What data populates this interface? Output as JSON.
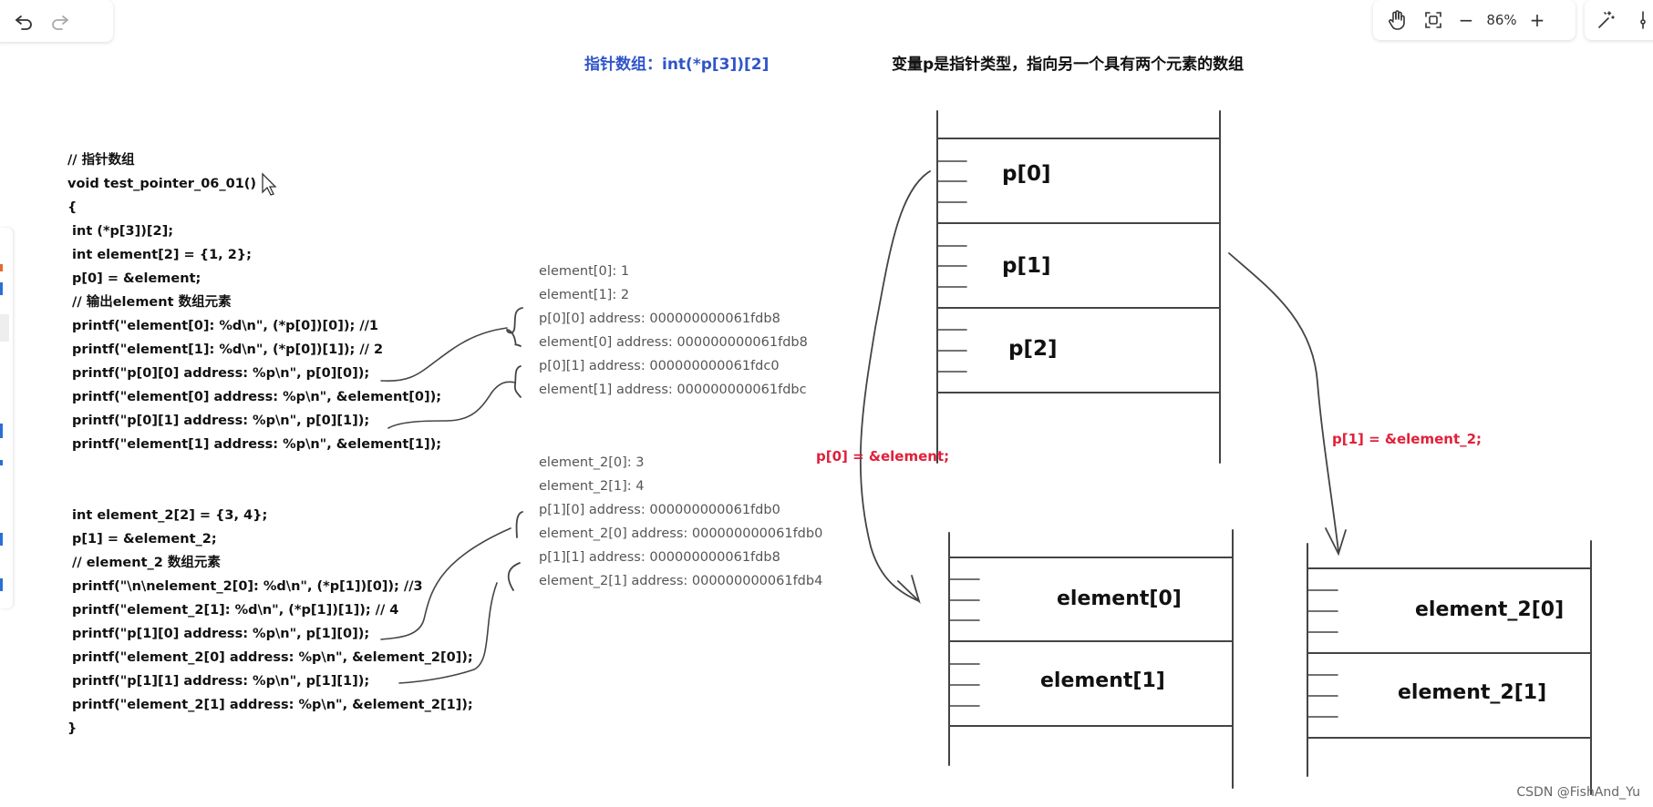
{
  "toolbar": {
    "left_buttons": [
      "undo-icon",
      "redo-icon"
    ],
    "right_buttons": [
      "hand-icon",
      "fit-view-icon"
    ],
    "zoom_minus": "−",
    "zoom_value": "86%",
    "zoom_plus": "+",
    "extra_buttons": [
      "magic-wand-icon",
      "pen-icon"
    ]
  },
  "titles": {
    "left": "指针数组：int(*p[3])[2]",
    "right": "变量p是指针类型，指向另一个具有两个元素的数组"
  },
  "code_lines": [
    "// 指针数组",
    "void test_pointer_06_01()",
    "{",
    " int (*p[3])[2];",
    " int element[2] = {1, 2};",
    " p[0] = &element;",
    " // 输出element 数组元素",
    " printf(\"element[0]: %d\\n\", (*p[0])[0]); //1",
    " printf(\"element[1]: %d\\n\", (*p[0])[1]); // 2",
    " printf(\"p[0][0] address: %p\\n\", p[0][0]);",
    " printf(\"element[0] address: %p\\n\", &element[0]);",
    " printf(\"p[0][1] address: %p\\n\", p[0][1]);",
    " printf(\"element[1] address: %p\\n\", &element[1]);",
    "",
    "",
    " int element_2[2] = {3, 4};",
    " p[1] = &element_2;",
    " // element_2 数组元素",
    " printf(\"\\n\\nelement_2[0]: %d\\n\", (*p[1])[0]); //3",
    " printf(\"element_2[1]: %d\\n\", (*p[1])[1]); // 4",
    " printf(\"p[1][0] address: %p\\n\", p[1][0]);",
    " printf(\"element_2[0] address: %p\\n\", &element_2[0]);",
    " printf(\"p[1][1] address: %p\\n\", p[1][1]);",
    " printf(\"element_2[1] address: %p\\n\", &element_2[1]);",
    "}"
  ],
  "output_block_1": [
    "element[0]: 1",
    "element[1]: 2",
    "p[0][0] address: 000000000061fdb8",
    "element[0] address: 000000000061fdb8",
    "p[0][1] address: 000000000061fdc0",
    "element[1] address: 000000000061fdbc"
  ],
  "output_block_2": [
    "element_2[0]: 3",
    "element_2[1]: 4",
    "p[1][0] address: 000000000061fdb0",
    "element_2[0] address: 000000000061fdb0",
    "p[1][1] address: 000000000061fdb8",
    "element_2[1] address: 000000000061fdb4"
  ],
  "diagram": {
    "p_cells": [
      "p[0]",
      "p[1]",
      "p[2]"
    ],
    "element_cells": [
      "element[0]",
      "element[1]"
    ],
    "element2_cells": [
      "element_2[0]",
      "element_2[1]"
    ],
    "arrow_label_left": "p[0] = &element;",
    "arrow_label_right": "p[1] = &element_2;"
  },
  "watermark": "CSDN @FishAnd_Yu",
  "colors": {
    "title_blue": "#3055c9",
    "annotation_red": "#e0203a",
    "ink": "#444444"
  }
}
